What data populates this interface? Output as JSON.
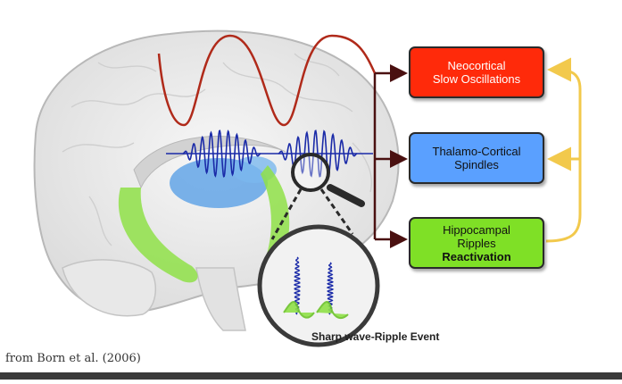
{
  "diagram": {
    "boxes": {
      "neocortical": {
        "line1": "Neocortical",
        "line2": "Slow Oscillations",
        "fill": "#ff2a0a"
      },
      "thalamo": {
        "line1": "Thalamo-Cortical",
        "line2": "Spindles",
        "fill": "#5aa0ff"
      },
      "hippocampal": {
        "line1": "Hippocampal",
        "line2": "Ripples",
        "line3": "Reactivation",
        "fill": "#7fe026"
      }
    },
    "magnifier_label": "Sharp wave-Ripple Event",
    "citation": "from Born et al. (2006)"
  },
  "colors": {
    "slow_wave": "#b02a1a",
    "spindle": "#1a2aa8",
    "arrow_dark": "#4a1010",
    "feedback_arrow": "#f2c94c",
    "brain_outline": "#b8b8b8",
    "thalamus": "#5aa0e6",
    "hippocampus": "#8fe048"
  }
}
